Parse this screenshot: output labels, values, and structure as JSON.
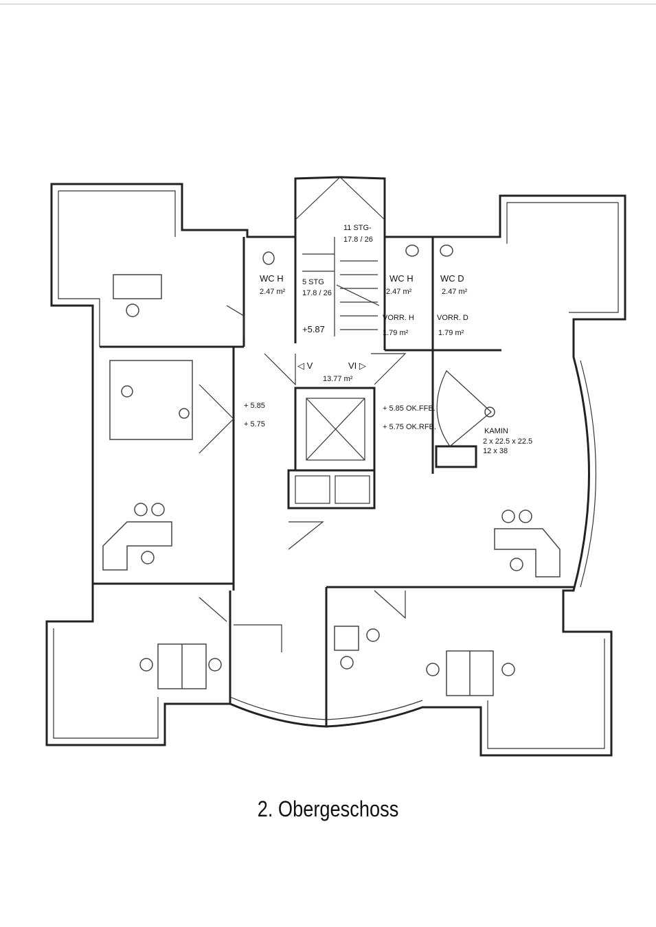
{
  "title": "2. Obergeschoss",
  "labels": {
    "stair_11": "11 STG-",
    "stair_11_dim": "17.8 / 26",
    "stair_5": "5 STG",
    "stair_5_dim": "17.8 / 26",
    "wc_h_left": "WC H",
    "wc_h_left_area": "2.47 m²",
    "wc_h_right": "WC H",
    "wc_h_right_area": "2.47 m²",
    "wc_d": "WC D",
    "wc_d_area": "2.47 m²",
    "vorr_h": "VORR. H",
    "vorr_h_area": "1.79 m²",
    "vorr_d": "VORR. D",
    "vorr_d_area": "1.79 m²",
    "level_587": "+5.87",
    "door_v": "◁ V",
    "door_vi": "VI ▷",
    "hall_area": "13.77 m²",
    "level_585_left": "+ 5.85",
    "level_575_left": "+ 5.75",
    "level_585_right": "+ 5.85 OK.FFB.",
    "level_575_right": "+ 5.75 OK.RFB.",
    "kamin": "KAMIN",
    "kamin_dim1": "2 x 22.5 x 22.5",
    "kamin_dim2": "12 x 38"
  }
}
